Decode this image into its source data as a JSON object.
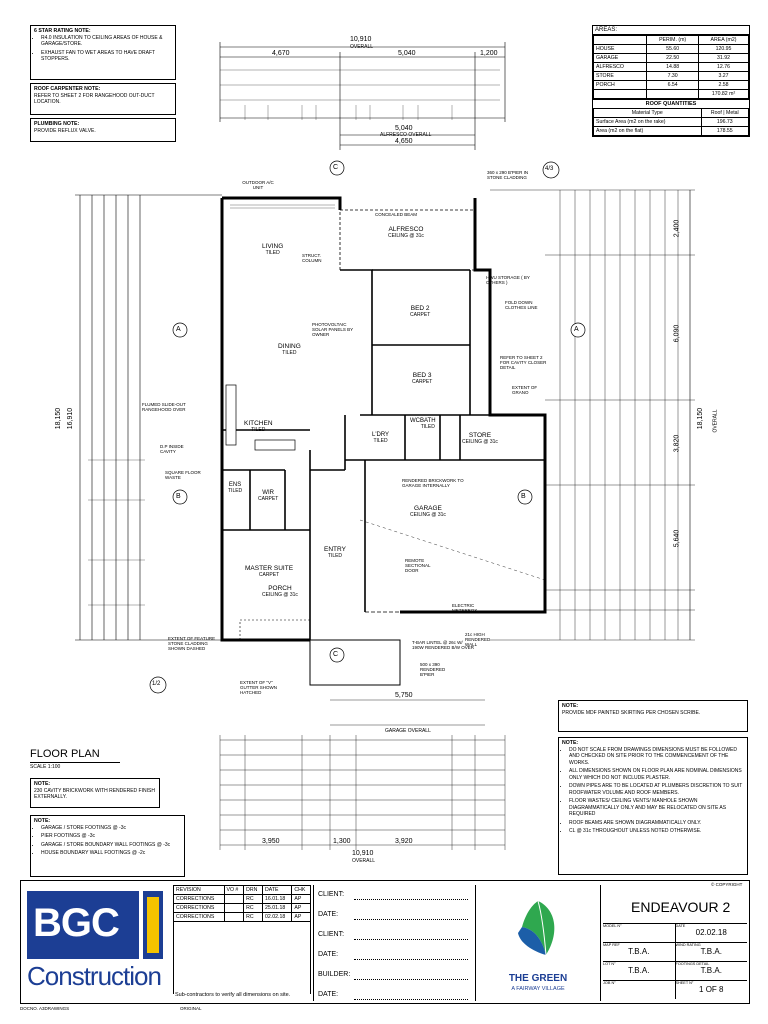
{
  "notes": {
    "star_rating": {
      "heading": "6 STAR RATING NOTE:",
      "items": [
        "R4.0 INSULATION TO CEILING AREAS OF HOUSE & GARAGE/STORE.",
        "EXHAUST FAN TO WET AREAS TO HAVE DRAFT STOPPERS."
      ]
    },
    "roof_carpenter": {
      "heading": "ROOF CARPENTER NOTE:",
      "text": "REFER TO SHEET 2 FOR RANGEHOOD OUT-DUCT LOCATION."
    },
    "plumbing": {
      "heading": "PLUMBING NOTE:",
      "text": "PROVIDE REFLUX VALVE."
    },
    "cavity": {
      "heading": "NOTE:",
      "text": "230 CAVITY BRICKWORK WITH RENDERED FINISH EXTERNALLY."
    },
    "footings": {
      "heading": "NOTE:",
      "items": [
        "GARAGE / STORE FOOTINGS @ -3c",
        "PIER FOOTINGS @ -3c",
        "GARAGE / STORE BOUNDARY WALL FOOTINGS @ -3c",
        "HOUSE BOUNDARY WALL FOOTINGS @ -2c"
      ]
    },
    "mdf": {
      "heading": "NOTE:",
      "text": "PROVIDE MDF PAINTED SKIRTING PER CHOSEN SCRIBE."
    },
    "general": {
      "heading": "NOTE:",
      "items": [
        "DO NOT SCALE FROM DRAWINGS DIMENSIONS MUST BE FOLLOWED AND CHECKED ON SITE PRIOR TO THE COMMENCEMENT OF THE WORKS.",
        "ALL DIMENSIONS SHOWN ON FLOOR PLAN ARE NOMINAL DIMENSIONS ONLY WHICH DO NOT INCLUDE PLASTER.",
        "DOWN PIPES ARE TO BE LOCATED AT PLUMBERS DISCRETION TO SUIT ROOFWATER VOLUME AND ROOF MEMBERS.",
        "FLOOR WASTES/ CEILING VENTS/ MANHOLE SHOWN DIAGRAMMATICALLY ONLY AND MAY BE RELOCATED ON SITE AS REQUIRED",
        "ROOF BEAMS ARE SHOWN DIAGRAMMATICALLY ONLY.",
        "CL @ 31c THROUGHOUT UNLESS NOTED OTHERWISE."
      ]
    }
  },
  "areas": {
    "title": "AREAS:",
    "headers": [
      "",
      "PERIM. (m)",
      "AREA (m2)"
    ],
    "rows": [
      [
        "HOUSE",
        "55.60",
        "120.95"
      ],
      [
        "GARAGE",
        "22.50",
        "31.92"
      ],
      [
        "ALFRESCO",
        "14.88",
        "12.76"
      ],
      [
        "STORE",
        "7.30",
        "3.27"
      ],
      [
        "PORCH",
        "6.54",
        "2.58"
      ]
    ],
    "total": "170.82 m²",
    "roof_title": "ROOF QUANTITIES",
    "roof_headers": [
      "Material Type",
      "Roof | Metal"
    ],
    "roof_rows": [
      [
        "Surface Area (m2 on the rake)",
        "196.73"
      ],
      [
        "Area (m2 on the flat)",
        "178.55"
      ]
    ]
  },
  "plan": {
    "title": "FLOOR PLAN",
    "scale": "SCALE 1:100",
    "rooms": [
      {
        "name": "LIVING",
        "sub": "TILED"
      },
      {
        "name": "DINING",
        "sub": "TILED"
      },
      {
        "name": "KITCHEN",
        "sub": "TILED"
      },
      {
        "name": "ALFRESCO",
        "sub": "CEILING @ 31c"
      },
      {
        "name": "BED 2",
        "sub": "CARPET"
      },
      {
        "name": "BED 3",
        "sub": "CARPET"
      },
      {
        "name": "GARAGE",
        "sub": "CEILING @ 31c"
      },
      {
        "name": "STORE",
        "sub": "CEILING @ 31c"
      },
      {
        "name": "MASTER SUITE",
        "sub": "CARPET"
      },
      {
        "name": "ENTRY",
        "sub": "TILED"
      },
      {
        "name": "PORCH",
        "sub": "CEILING @ 31c"
      },
      {
        "name": "ENS",
        "sub": "TILED"
      },
      {
        "name": "WIR",
        "sub": "CARPET"
      },
      {
        "name": "L'DRY",
        "sub": "TILED"
      },
      {
        "name": "BATH",
        "sub": "TILED"
      },
      {
        "name": "WC",
        "sub": ""
      }
    ],
    "dims": {
      "overall_top": "10,910",
      "overall_label": "OVERALL",
      "top_row": [
        "4,670",
        "5,040",
        "1,200"
      ],
      "alfresco_overall": "5,040",
      "alfresco_label": "ALFRESCO OVERALL",
      "alfresco_inner": "4,650",
      "garage_overall": "5,750",
      "garage_label": "GARAGE OVERALL",
      "bottom_row": [
        "3,950",
        "1,300",
        "3,920"
      ],
      "overall_bottom": "10,910",
      "left_overall": "18,150",
      "left_inner": "16,910",
      "right_overall": "18,150",
      "right_label": "OVERALL",
      "right_parts": [
        "2,400",
        "6,090",
        "3,820",
        "5,640"
      ]
    },
    "callouts": [
      "OUTDOOR A/C UNIT",
      "CONCEALED BEAM",
      "STRUCT. COLUMN",
      "360 x 290 B'PIER IN STONE CLADDING",
      "HWU STORAGE ( BY OTHERS )",
      "FOLD DOWN CLOTHES LINE",
      "REFER TO SHEET 2 FOR CAVITY CLOSER DETAIL",
      "EXTENT OF GRANO",
      "PHOTOVOLTAIC SOLAR PANELS BY OWNER",
      "FLUMED SLIDE-OUT RANGEHOOD OVER",
      "D.P INSIDE CAVITY",
      "SQUARE FLOOR WASTE",
      "RENDERED BRICKWORK TO GARAGE INTERNALLY",
      "REMOTE SECTIONAL DOOR",
      "ELECTRIC METERBOX",
      "EXTENT OF FEATURE STONE CLADDING SHOWN DASHED",
      "EXTENT OF \"V\" GUTTER SHOWN HATCHED",
      "T-BAR LINTEL @ 26c W/ 190W RENDERED B/W OVER",
      "500 x 390 RENDERED B'PIER",
      "21c HIGH RENDERED WALL"
    ],
    "sections": [
      "A",
      "B",
      "C"
    ],
    "scale_markers": [
      "1/2",
      "4/3"
    ]
  },
  "title_block": {
    "revision_headers": [
      "REVISION",
      "VO #",
      "DRN",
      "DATE",
      "CHK"
    ],
    "revisions": [
      [
        "CORRECTIONS",
        "",
        "RC",
        "16.01.18",
        "AP"
      ],
      [
        "CORRECTIONS",
        "",
        "RC",
        "25.01.18",
        "AP"
      ],
      [
        "CORRECTIONS",
        "",
        "RC",
        "02.02.18",
        "AP"
      ]
    ],
    "sign_labels": [
      "CLIENT:",
      "DATE:",
      "CLIENT:",
      "DATE:",
      "BUILDER:",
      "DATE:"
    ],
    "subcontractor_note": "Sub-contractors to verify all dimensions on site.",
    "company_top": "BGC",
    "company_bottom": "Construction",
    "estate_line1": "THE GREEN",
    "estate_line2": "A FAIRWAY VILLAGE",
    "copyright": "© COPYRIGHT",
    "design_name": "ENDEAVOUR 2",
    "fields": [
      {
        "label": "MODEL N°",
        "value": ""
      },
      {
        "label": "DATE",
        "value": "02.02.18"
      },
      {
        "label": "MAP REF",
        "value": "T.B.A."
      },
      {
        "label": "WIND RATING",
        "value": "T.B.A."
      },
      {
        "label": "LOT N°",
        "value": "T.B.A."
      },
      {
        "label": "FOOTINGS DETAIL",
        "value": "T.B.A."
      },
      {
        "label": "JOB N°",
        "value": ""
      },
      {
        "label": "SHEET N°",
        "value": "1 OF 8"
      }
    ],
    "doc_ref": "DOCNO. A3DRAWINGS",
    "original": "ORIGINAL"
  },
  "colors": {
    "bgc_blue": "#1c3e94",
    "bgc_yellow": "#f4c300",
    "estate_green": "#2fa84f",
    "estate_blue": "#1c5ea8"
  }
}
